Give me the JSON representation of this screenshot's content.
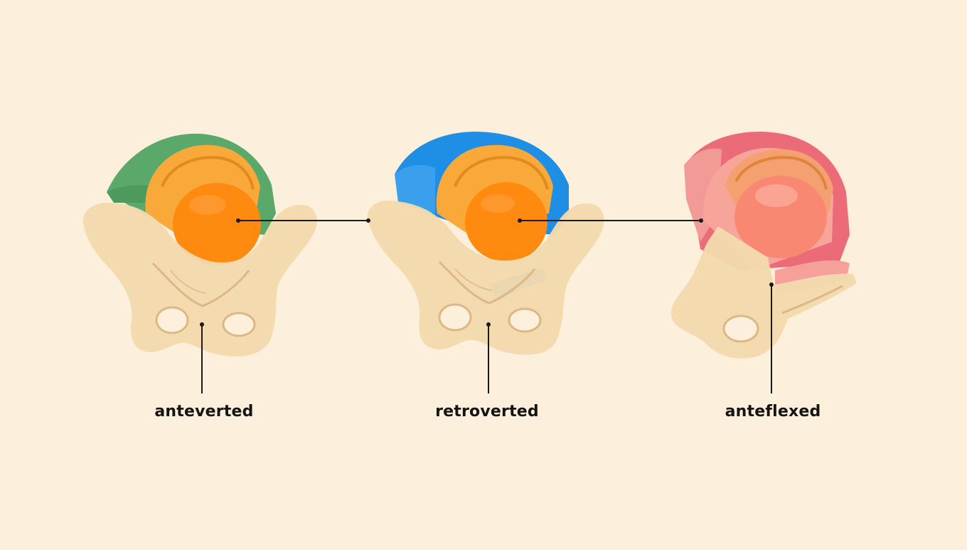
{
  "background_color": "#fcefdc",
  "bone_color": "#f3d9ad",
  "line_color": "#1a1a1a",
  "panels": [
    {
      "label": "anteverted",
      "accent_color": "#5aa86a",
      "uterus_color": "#ff8a10",
      "fold_color": "#f9a83a"
    },
    {
      "label": "retroverted",
      "accent_color": "#1f8fe6",
      "uterus_color": "#ff8a10",
      "fold_color": "#f9a83a"
    },
    {
      "label": "anteflexed",
      "accent_color": "#ec6b78",
      "uterus_color": "#f98873",
      "fold_color": "#f4a070"
    }
  ]
}
